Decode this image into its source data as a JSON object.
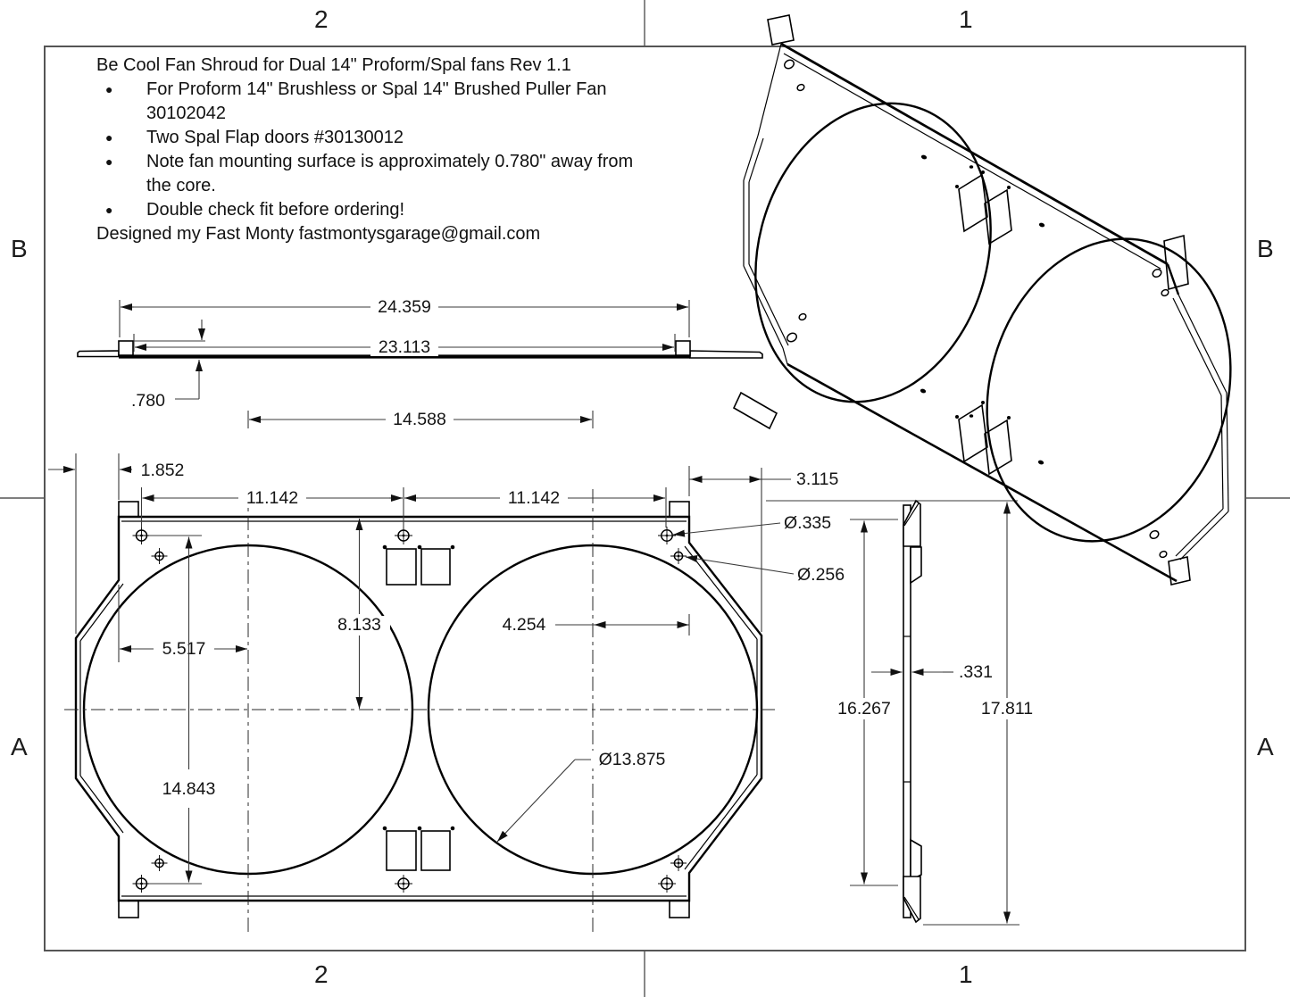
{
  "sheet": {
    "zones": {
      "top": [
        "2",
        "1"
      ],
      "bottom": [
        "2",
        "1"
      ],
      "left": [
        "B",
        "A"
      ],
      "right": [
        "B",
        "A"
      ]
    }
  },
  "notes": {
    "title": "Be Cool Fan Shroud for Dual 14\" Proform/Spal fans Rev 1.1",
    "bullets": [
      "For Proform 14\" Brushless or Spal 14\" Brushed Puller Fan 30102042",
      "Two Spal Flap doors #30130012",
      "Note fan mounting surface is approximately 0.780\" away from the core.",
      "Double check fit before ordering!"
    ],
    "footer": "Designed my Fast Monty  fastmontysgarage@gmail.com"
  },
  "dims": {
    "width_overall": "24.359",
    "width_inner": "23.113",
    "depth_offset": ".780",
    "fan_spacing": "14.588",
    "edge_offset": "1.852",
    "hole_span_left": "11.142",
    "hole_span_right": "11.142",
    "flange_right": "3.115",
    "hole_large": "Ø.335",
    "hole_small": "Ø.256",
    "top_to_center": "8.133",
    "center_to_edge": "4.254",
    "edge_to_center": "5.517",
    "hole_span_vert": "14.843",
    "fan_dia": "Ø13.875",
    "side_inner": "16.267",
    "side_overall": "17.811",
    "thickness": ".331"
  }
}
